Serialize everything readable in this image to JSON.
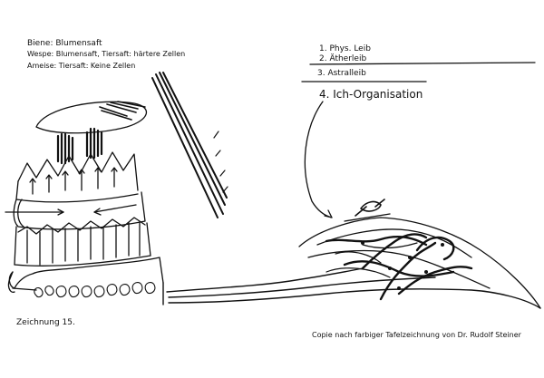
{
  "left_notes": {
    "line1": "Biene: Blumensaft",
    "line2": "Wespe: Blumensaft, Tiersaft: härtere Zellen",
    "line3": "Ameise: Tiersaft: Keine Zellen"
  },
  "right_list": {
    "item1": "1. Phys. Leib",
    "item2": "2. Ätherleib",
    "item3": "3. Astralleib",
    "item4": "4. Ich-Organisation"
  },
  "caption_left": "Zeichnung 15.",
  "caption_right": "Copie nach farbiger Tafelzeichnung von Dr. Rudolf Steiner",
  "colors": {
    "ink": "#111111",
    "background": "#ffffff"
  }
}
